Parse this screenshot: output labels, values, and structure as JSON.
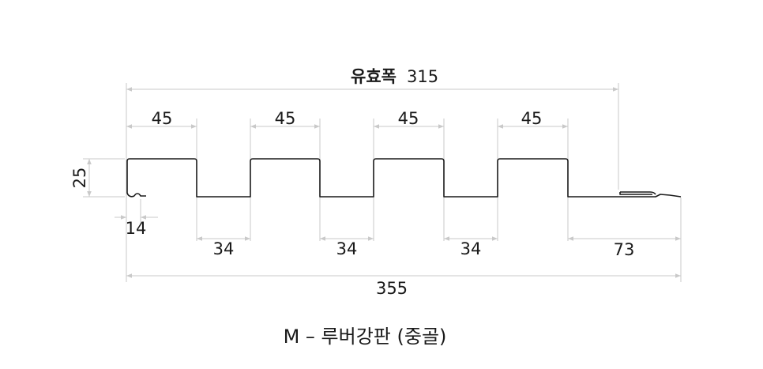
{
  "effective_width": {
    "label": "유효폭",
    "value": "315"
  },
  "dimensions": {
    "top_flange_1": "45",
    "top_flange_2": "45",
    "top_flange_3": "45",
    "top_flange_4": "45",
    "height": "25",
    "edge": "14",
    "bottom_1": "34",
    "bottom_2": "34",
    "bottom_3": "34",
    "tail": "73",
    "total": "355"
  },
  "caption": "M – 루버강판 (중골)"
}
